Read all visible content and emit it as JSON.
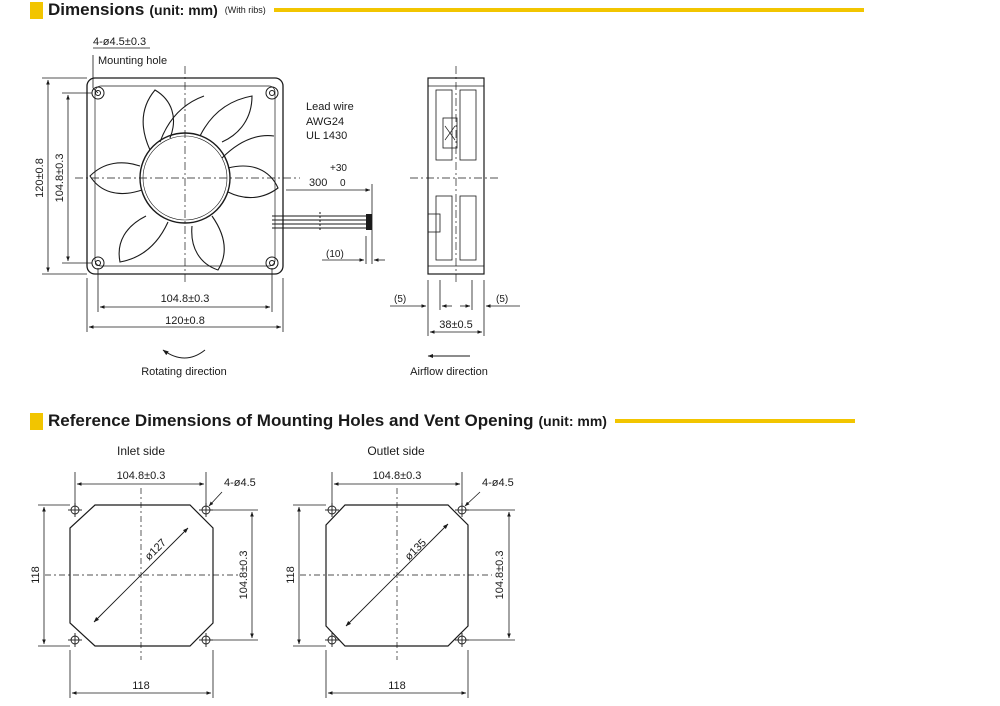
{
  "header1": {
    "title": "Dimensions",
    "unit": "(unit: mm)",
    "note": "(With ribs)"
  },
  "front_view": {
    "hole_spec": "4-ø4.5±0.3",
    "hole_label": "Mounting hole",
    "height_outer": "120±0.8",
    "height_inner": "104.8±0.3",
    "width_inner": "104.8±0.3",
    "width_outer": "120±0.8",
    "lead_wire_1": "Lead wire",
    "lead_wire_2": "AWG24",
    "lead_wire_3": "UL 1430",
    "lead_tol_plus": "+30",
    "lead_length": "300",
    "lead_tol_minus": "0",
    "strip_length": "(10)",
    "rotating_label": "Rotating direction"
  },
  "side_view": {
    "rib_left": "(5)",
    "rib_right": "(5)",
    "depth": "38±0.5",
    "airflow_label": "Airflow direction"
  },
  "header2": {
    "title": "Reference Dimensions of Mounting Holes and Vent Opening",
    "unit": "(unit: mm)"
  },
  "inlet": {
    "title": "Inlet side",
    "pitch_top": "104.8±0.3",
    "hole": "4-ø4.5",
    "diameter": "ø127",
    "height": "118",
    "pitch_right": "104.8±0.3",
    "width": "118"
  },
  "outlet": {
    "title": "Outlet side",
    "pitch_top": "104.8±0.3",
    "hole": "4-ø4.5",
    "diameter": "ø135",
    "height": "118",
    "pitch_right": "104.8±0.3",
    "width": "118"
  },
  "colors": {
    "accent": "#f2c500",
    "line": "#1a1a1a"
  }
}
